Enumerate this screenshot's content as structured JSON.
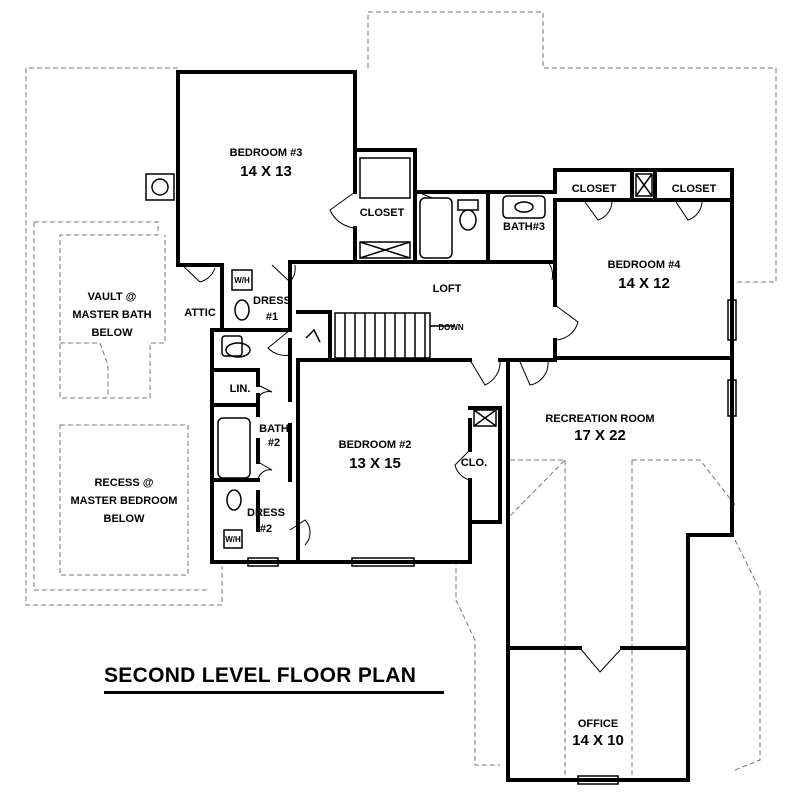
{
  "title": "SECOND LEVEL FLOOR PLAN",
  "rooms": {
    "bedroom3": {
      "name": "BEDROOM #3",
      "size": "14 X 13"
    },
    "bedroom4": {
      "name": "BEDROOM #4",
      "size": "14 X 12"
    },
    "bedroom2": {
      "name": "BEDROOM #2",
      "size": "13 X 15"
    },
    "recreation": {
      "name": "RECREATION ROOM",
      "size": "17 X 22"
    },
    "office": {
      "name": "OFFICE",
      "size": "14 X 10"
    }
  },
  "labels": {
    "closet_b3": "CLOSET",
    "closet_left": "CLOSET",
    "closet_right": "CLOSET",
    "bath3": "BATH#3",
    "loft": "LOFT",
    "down": "DOWN",
    "attic": "ATTIC",
    "dress1_a": "DRESS",
    "dress1_b": "#1",
    "lin": "LIN.",
    "bath2_a": "BATH",
    "bath2_b": "#2",
    "dress2_a": "DRESS",
    "dress2_b": "#2",
    "clo": "CLO.",
    "vault_1": "VAULT @",
    "vault_2": "MASTER BATH",
    "vault_3": "BELOW",
    "recess_1": "RECESS @",
    "recess_2": "MASTER BEDROOM",
    "recess_3": "BELOW",
    "wh1": "W/H",
    "wh2": "W/H"
  }
}
